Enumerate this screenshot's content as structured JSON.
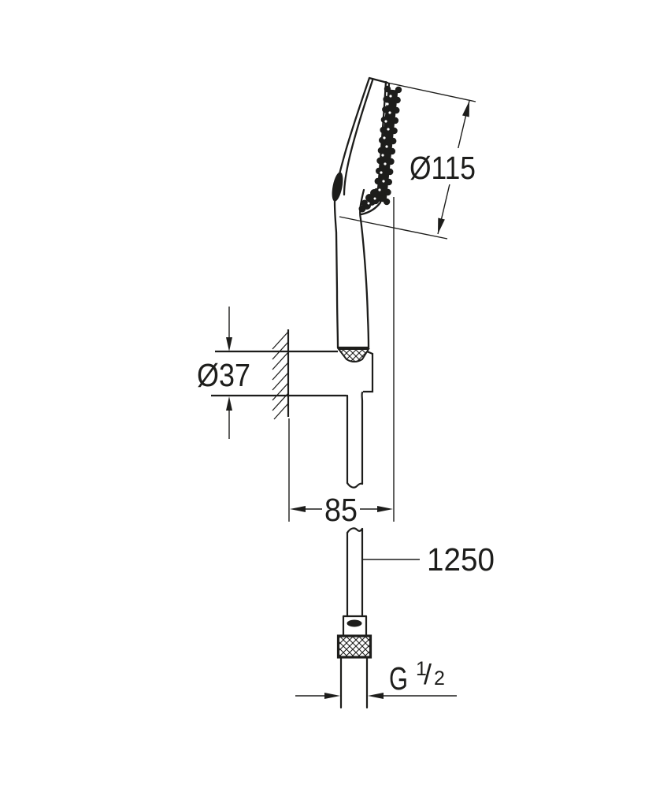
{
  "page": {
    "background": "#ffffff",
    "ink_color": "#1d1d1b",
    "type": "technical-drawing"
  },
  "labels": {
    "head_diameter": "Ø115",
    "holder_diameter": "Ø37",
    "wall_distance": "85",
    "hose_length": "1250",
    "thread": {
      "letter": "G",
      "numerator": "1",
      "slash": "/",
      "denominator": "2"
    }
  }
}
